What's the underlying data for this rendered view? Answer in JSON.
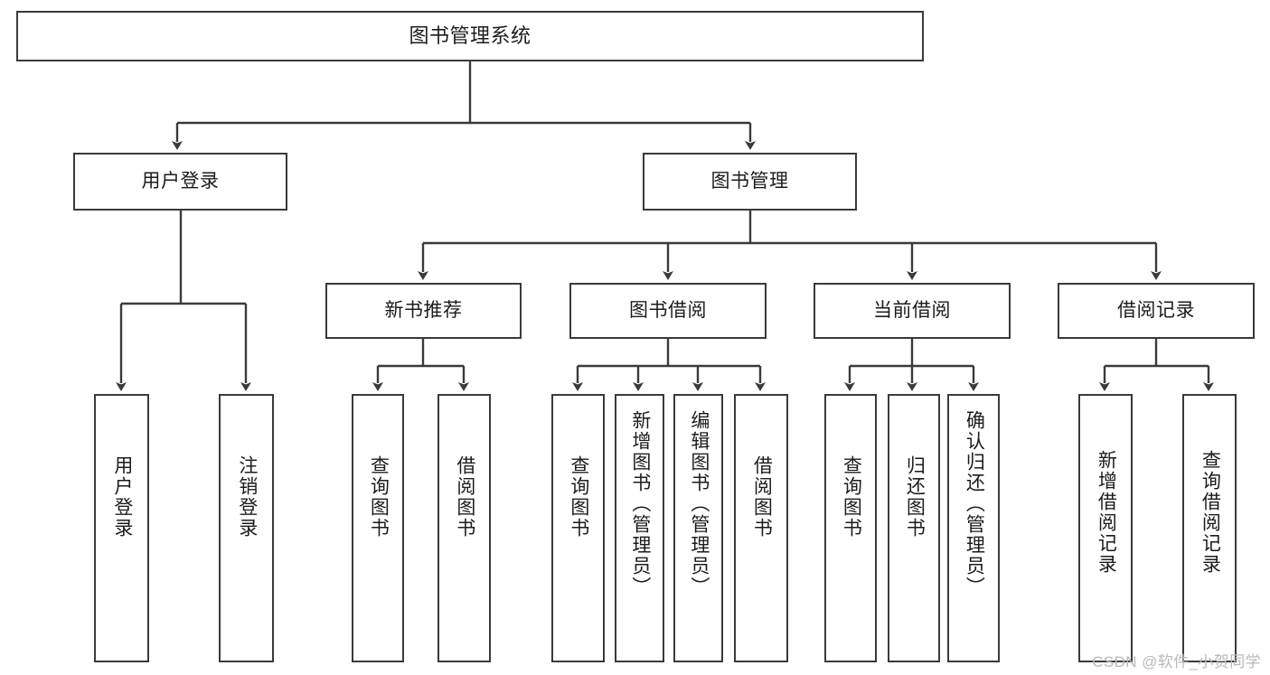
{
  "diagram": {
    "type": "tree-hierarchy-diagram",
    "title": "图书管理系统",
    "watermark": "CSDN @软件_小贺同学",
    "colors": {
      "stroke": "#3a3a3a",
      "fill": "#ffffff",
      "text": "#1c1c1c",
      "watermark": "#b9b9b9"
    },
    "nodes": {
      "root": {
        "label": "图书管理系统"
      },
      "level2": [
        {
          "label": "用户登录"
        },
        {
          "label": "图书管理"
        }
      ],
      "level3": [
        {
          "label": "新书推荐"
        },
        {
          "label": "图书借阅"
        },
        {
          "label": "当前借阅"
        },
        {
          "label": "借阅记录"
        }
      ],
      "leaves": {
        "user_login": [
          {
            "label": "用户登录"
          },
          {
            "label": "注销登录"
          }
        ],
        "new_book_recommend": [
          {
            "label": "查询图书"
          },
          {
            "label": "借阅图书"
          }
        ],
        "book_borrow": [
          {
            "label": "查询图书"
          },
          {
            "label": "新增图书（管理员）"
          },
          {
            "label": "编辑图书（管理员）"
          },
          {
            "label": "借阅图书"
          }
        ],
        "current_borrow": [
          {
            "label": "查询图书"
          },
          {
            "label": "归还图书"
          },
          {
            "label": "确认归还（管理员）"
          }
        ],
        "borrow_record": [
          {
            "label": "新增借阅记录"
          },
          {
            "label": "查询借阅记录"
          }
        ]
      }
    }
  }
}
